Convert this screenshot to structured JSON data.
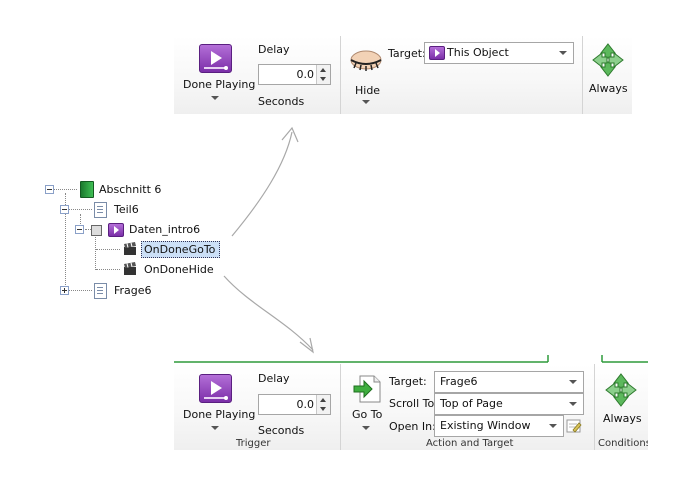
{
  "top_ribbon": {
    "trigger": {
      "label": "Done Playing",
      "icon": "media-play-icon"
    },
    "delay": {
      "label": "Delay",
      "value": "0.0",
      "unit": "Seconds"
    },
    "action": {
      "label": "Hide",
      "icon": "eye-closed-icon"
    },
    "target": {
      "label": "Target:",
      "value": "This Object"
    },
    "condition": {
      "label": "Always",
      "icon": "arrows-icon"
    }
  },
  "tree": {
    "items": [
      {
        "label": "Abschnitt 6",
        "icon": "chapter-book-icon"
      },
      {
        "label": "Teil6",
        "icon": "page-icon"
      },
      {
        "label": "Daten_intro6",
        "icon": "media-icon"
      },
      {
        "label": "OnDoneGoTo",
        "icon": "action-clapper-icon",
        "selected": true
      },
      {
        "label": "OnDoneHide",
        "icon": "action-clapper-icon"
      },
      {
        "label": "Frage6",
        "icon": "page-icon"
      }
    ]
  },
  "bottom_ribbon": {
    "trigger": {
      "label": "Done Playing",
      "icon": "media-play-icon",
      "group": "Trigger"
    },
    "delay": {
      "label": "Delay",
      "value": "0.0",
      "unit": "Seconds"
    },
    "action": {
      "label": "Go To",
      "icon": "goto-arrow-icon",
      "group": "Action and Target"
    },
    "target": {
      "label": "Target:",
      "value": "Frage6"
    },
    "scroll_to": {
      "label": "Scroll To:",
      "value": "Top of Page"
    },
    "open_in": {
      "label": "Open In:",
      "value": "Existing Window"
    },
    "condition": {
      "label": "Always",
      "icon": "arrows-icon",
      "group": "Conditions"
    }
  },
  "colors": {
    "accent_green": "#2e9a3a",
    "media_purple": "#8a3bb8",
    "selection": "#cce0f7"
  }
}
